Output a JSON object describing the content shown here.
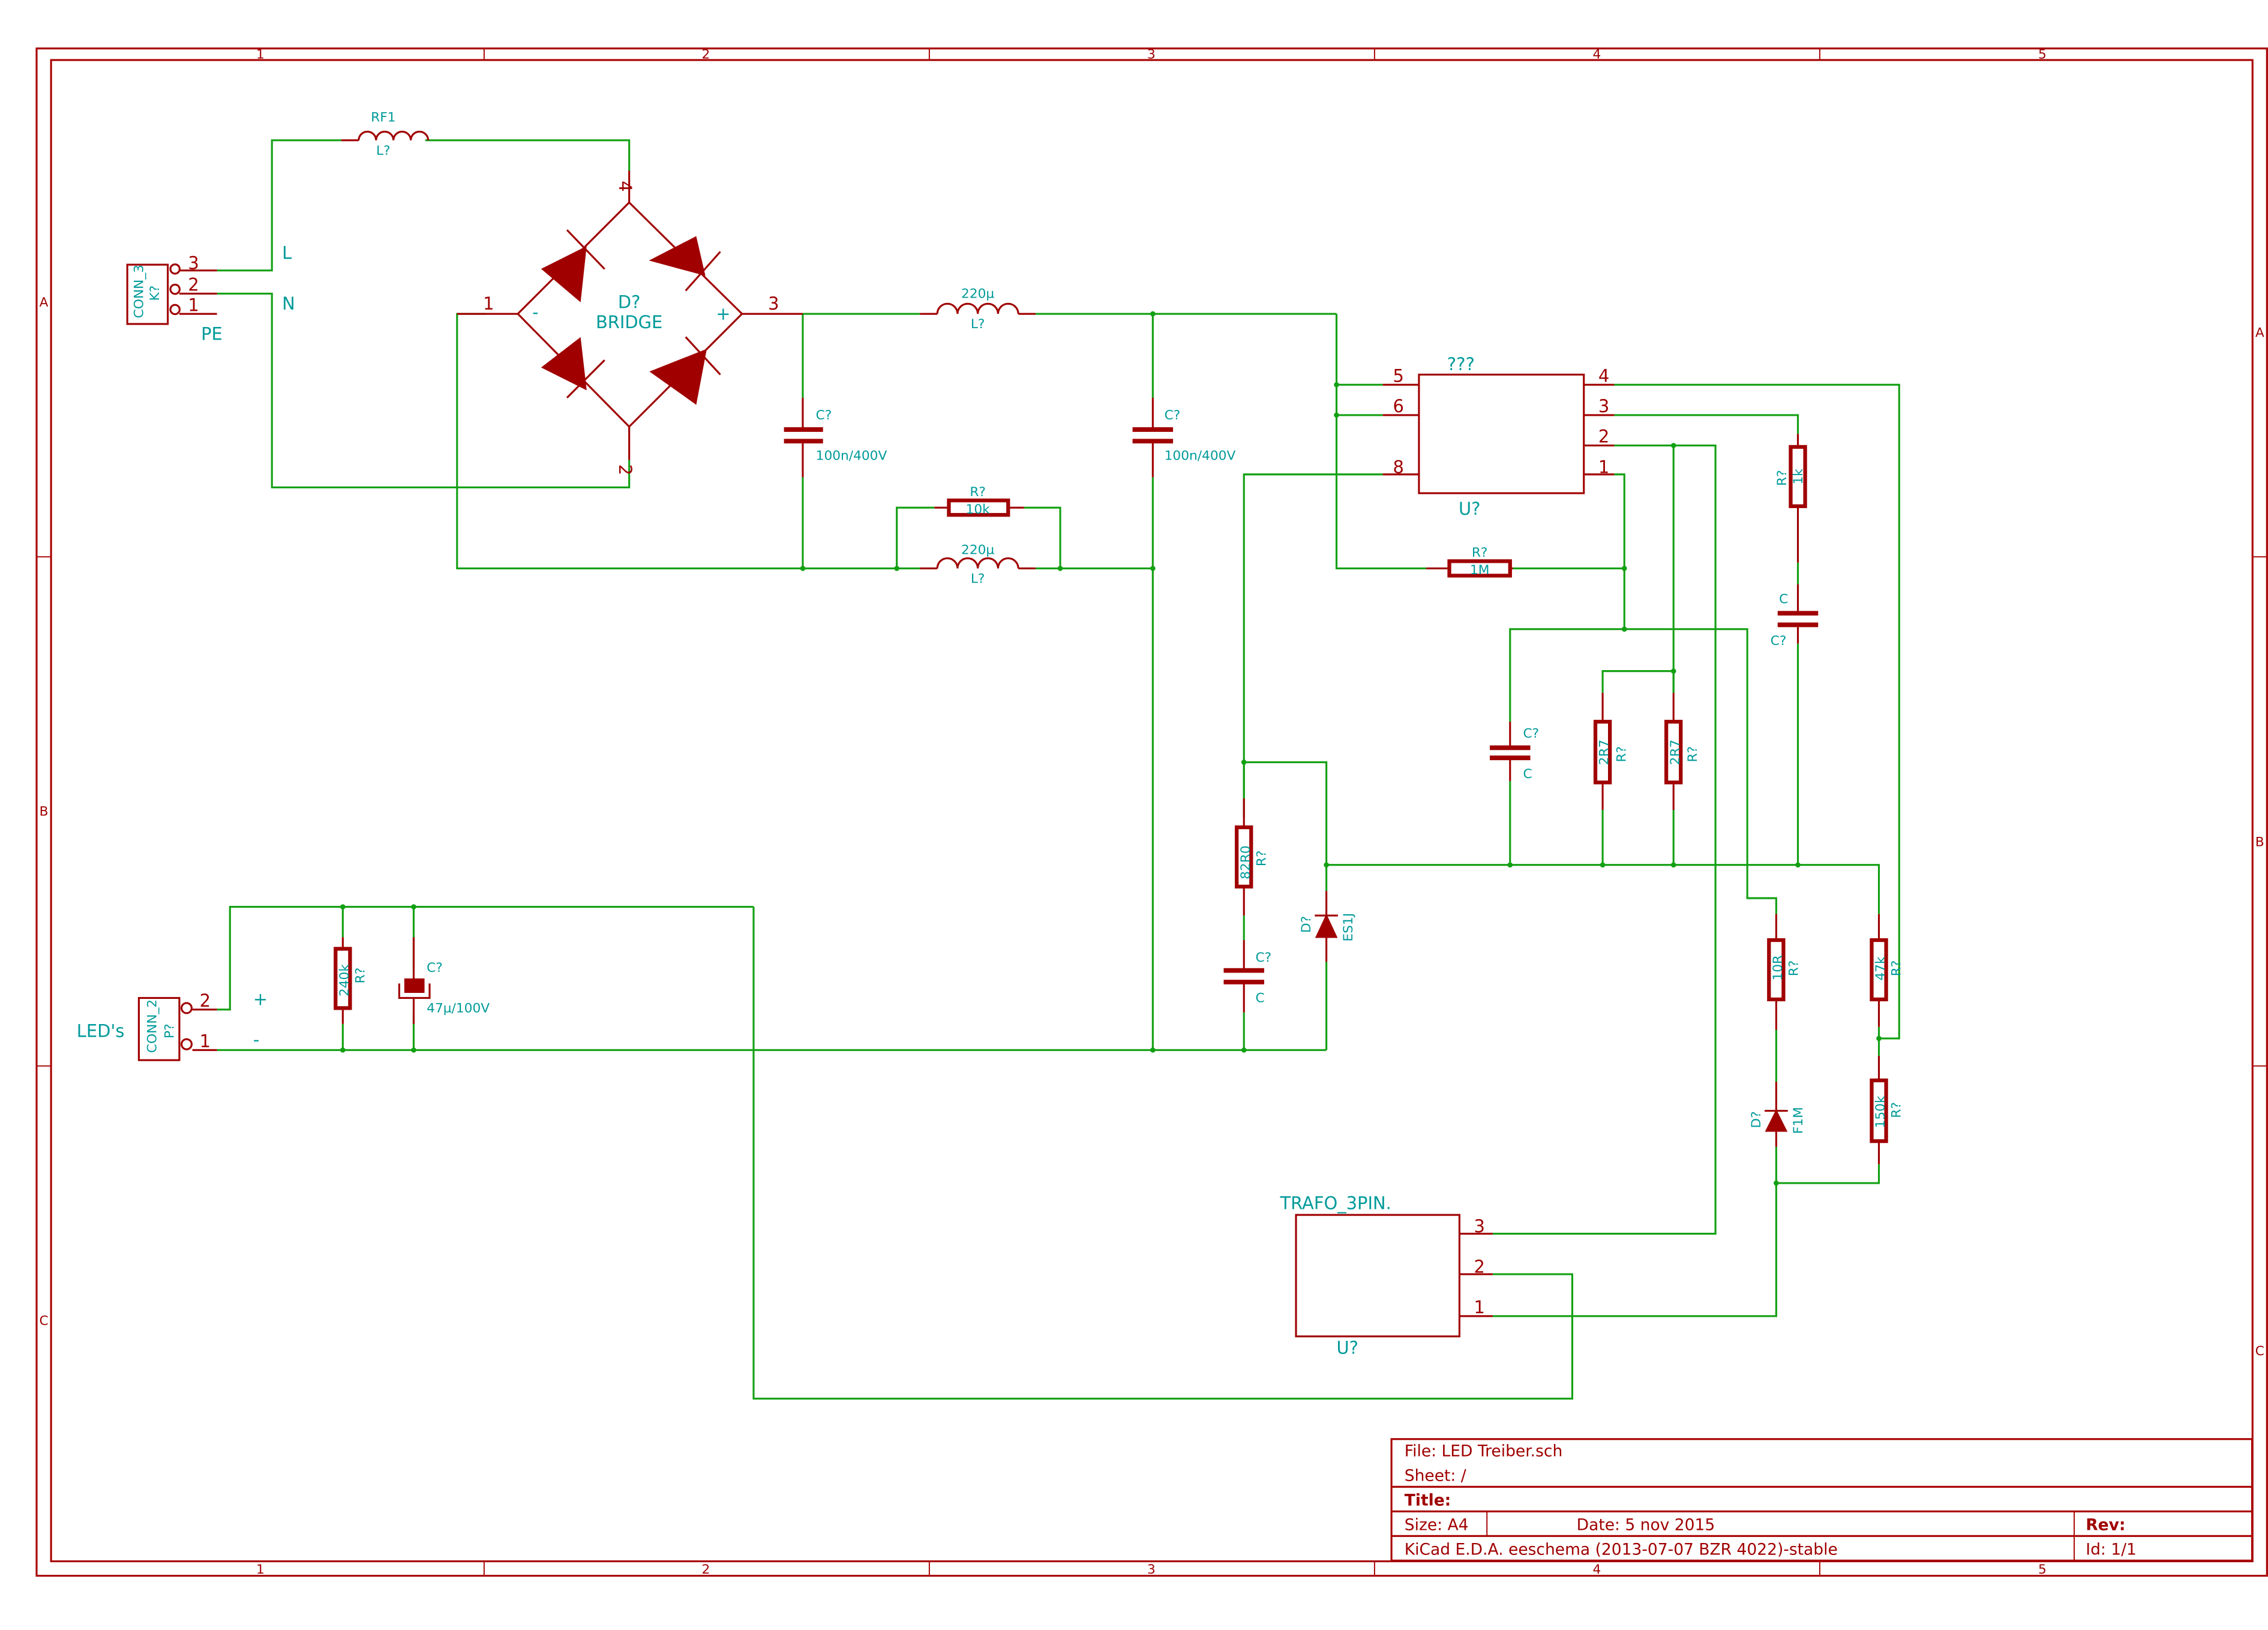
{
  "sheet": {
    "columns": [
      "1",
      "2",
      "3",
      "4",
      "5"
    ],
    "rows": [
      "A",
      "B",
      "C"
    ]
  },
  "colors": {
    "wire": "#13a013",
    "component": "#a00000",
    "text": "#009a9a",
    "frame": "#a80000"
  },
  "components": {
    "rf1": {
      "ref": "RF1",
      "value": "L?"
    },
    "conn3": {
      "name": "CONN_3",
      "ref": "K?",
      "pins": [
        "3",
        "2",
        "1"
      ],
      "pe_label": "PE"
    },
    "net_l": "L",
    "net_n": "N",
    "bridge": {
      "ref": "D?",
      "value": "BRIDGE",
      "pins": [
        "1",
        "2",
        "3",
        "4"
      ],
      "minus": "-",
      "plus": "+"
    },
    "l_top": {
      "value": "220µ",
      "ref": "L?"
    },
    "l_bot": {
      "value": "220µ",
      "ref": "L?"
    },
    "c1": {
      "ref": "C?",
      "value": "100n/400V"
    },
    "c2": {
      "ref": "C?",
      "value": "100n/400V"
    },
    "r10k": {
      "ref": "R?",
      "value": "10k"
    },
    "ic": {
      "name": "???",
      "ref": "U?",
      "pins": [
        "5",
        "6",
        "8",
        "4",
        "3",
        "2",
        "1"
      ]
    },
    "r1m": {
      "ref": "R?",
      "value": "1M"
    },
    "r1k": {
      "ref": "R?",
      "value": "1k"
    },
    "c_rc": {
      "ref": "C?",
      "value": "C"
    },
    "c_mid": {
      "ref": "C?",
      "value": "C"
    },
    "r2r7a": {
      "ref": "R?",
      "value": "2R7"
    },
    "r2r7b": {
      "ref": "R?",
      "value": "2R7"
    },
    "r82": {
      "ref": "R?",
      "value": "82R0"
    },
    "c_snub": {
      "ref": "C?",
      "value": "C"
    },
    "d_es1j": {
      "ref": "D?",
      "value": "ES1J"
    },
    "conn2": {
      "name": "CONN_2",
      "ref": "P?",
      "label": "LED's",
      "pins": [
        "2",
        "1"
      ],
      "plus": "+",
      "minus": "-"
    },
    "r240k": {
      "ref": "R?",
      "value": "240k"
    },
    "c_out": {
      "ref": "C?",
      "value": "47µ/100V"
    },
    "r10r": {
      "ref": "R?",
      "value": "10R"
    },
    "r47k": {
      "ref": "R?",
      "value": "47k"
    },
    "r150k": {
      "ref": "R?",
      "value": "150k"
    },
    "d_f1m": {
      "ref": "D?",
      "value": "F1M"
    },
    "trafo": {
      "name": "TRAFO_3PIN.",
      "ref": "U?",
      "pins": [
        "3",
        "2",
        "1"
      ]
    }
  },
  "title_block": {
    "file": "File: LED Treiber.sch",
    "sheet": "Sheet: /",
    "title": "Title:",
    "size": "Size: A4",
    "date": "Date: 5 nov 2015",
    "rev": "Rev:",
    "tool": "KiCad E.D.A.  eeschema (2013-07-07 BZR 4022)-stable",
    "id": "Id: 1/1"
  }
}
